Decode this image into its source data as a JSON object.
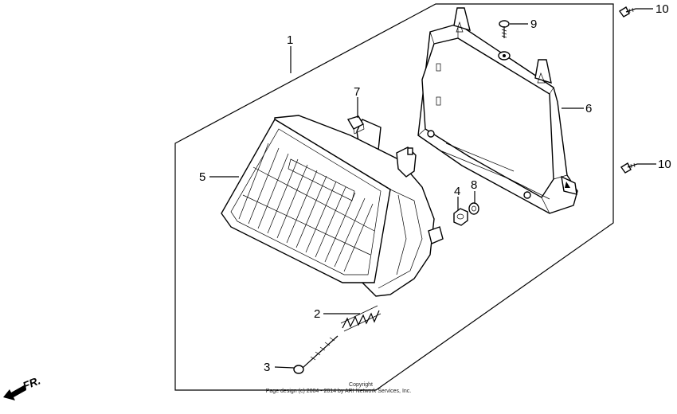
{
  "diagram": {
    "callouts": [
      {
        "id": "callout-1",
        "label": "1"
      },
      {
        "id": "callout-2",
        "label": "2"
      },
      {
        "id": "callout-3",
        "label": "3"
      },
      {
        "id": "callout-4",
        "label": "4"
      },
      {
        "id": "callout-5",
        "label": "5"
      },
      {
        "id": "callout-6",
        "label": "6"
      },
      {
        "id": "callout-7",
        "label": "7"
      },
      {
        "id": "callout-8",
        "label": "8"
      },
      {
        "id": "callout-9",
        "label": "9"
      },
      {
        "id": "callout-10a",
        "label": "10"
      },
      {
        "id": "callout-10b",
        "label": "10"
      }
    ],
    "direction_label": "FR.",
    "copyright_line1": "Copyright",
    "copyright_line2": "Page design (c) 2004 - 2014 by ARI Network Services, Inc."
  }
}
